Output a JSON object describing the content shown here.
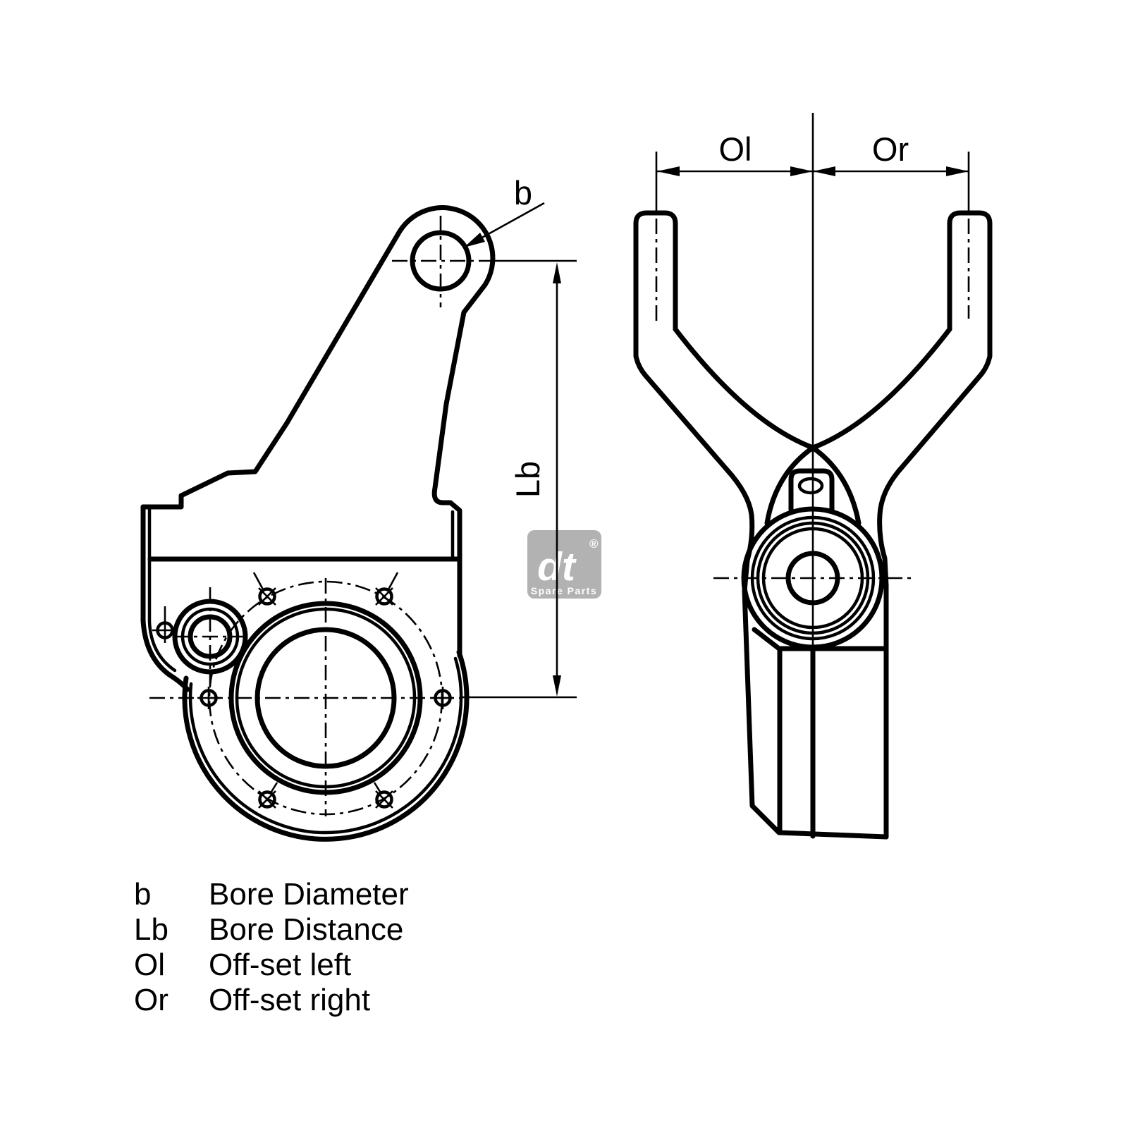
{
  "drawing_type": "technical-part-drawing",
  "part": "brake slack adjuster, two orthographic views",
  "colors": {
    "line": "#000000",
    "background": "#ffffff",
    "watermark_box": "#b2b2b2",
    "watermark_text": "#ffffff"
  },
  "dimension_labels": {
    "b": "b",
    "lb": "Lb",
    "ol": "Ol",
    "or": "Or"
  },
  "legend": {
    "rows": [
      {
        "symbol": "b",
        "description": "Bore Diameter"
      },
      {
        "symbol": "Lb",
        "description": "Bore Distance"
      },
      {
        "symbol": "Ol",
        "description": "Off-set left"
      },
      {
        "symbol": "Or",
        "description": "Off-set right"
      }
    ]
  },
  "watermark": {
    "brand": "dt",
    "registered": "®",
    "tagline": "Spare Parts"
  }
}
